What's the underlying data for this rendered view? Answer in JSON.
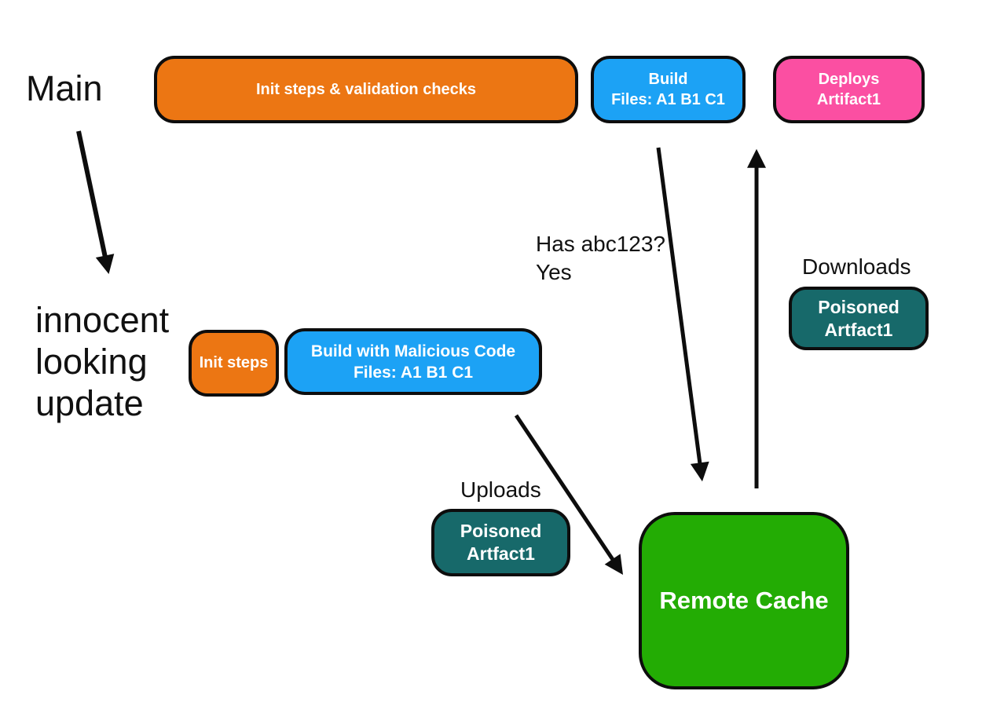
{
  "diagram": {
    "title_context": "build pipeline cache poisoning diagram",
    "colors": {
      "orange": "#EC7613",
      "blue": "#1CA2F5",
      "pink": "#FB4FA2",
      "teal": "#17696A",
      "green": "#23AC04",
      "outline": "#0d0d0d",
      "text_dark": "#111111",
      "text_light": "#ffffff",
      "background": "#ffffff"
    },
    "labels": {
      "main": "Main",
      "update_line1": "innocent",
      "update_line2": "looking",
      "update_line3": "update",
      "has_hash_line1": "Has abc123?",
      "has_hash_line2": "Yes",
      "downloads": "Downloads",
      "uploads": "Uploads"
    },
    "boxes": {
      "init_validation": {
        "label": "Init steps & validation checks",
        "color": "#EC7613"
      },
      "build": {
        "line1": "Build",
        "line2": "Files: A1 B1 C1",
        "color": "#1CA2F5"
      },
      "deploys": {
        "line1": "Deploys",
        "line2": "Artifact1",
        "color": "#FB4FA2"
      },
      "init_steps": {
        "label": "Init steps",
        "color": "#EC7613"
      },
      "build_malicious": {
        "line1": "Build with Malicious Code",
        "line2": "Files: A1 B1 C1",
        "color": "#1CA2F5"
      },
      "poisoned_download": {
        "line1": "Poisoned",
        "line2": "Artfact1",
        "color": "#17696A"
      },
      "poisoned_upload": {
        "line1": "Poisoned",
        "line2": "Artfact1",
        "color": "#17696A"
      },
      "remote_cache": {
        "label": "Remote Cache",
        "color": "#23AC04"
      }
    }
  }
}
